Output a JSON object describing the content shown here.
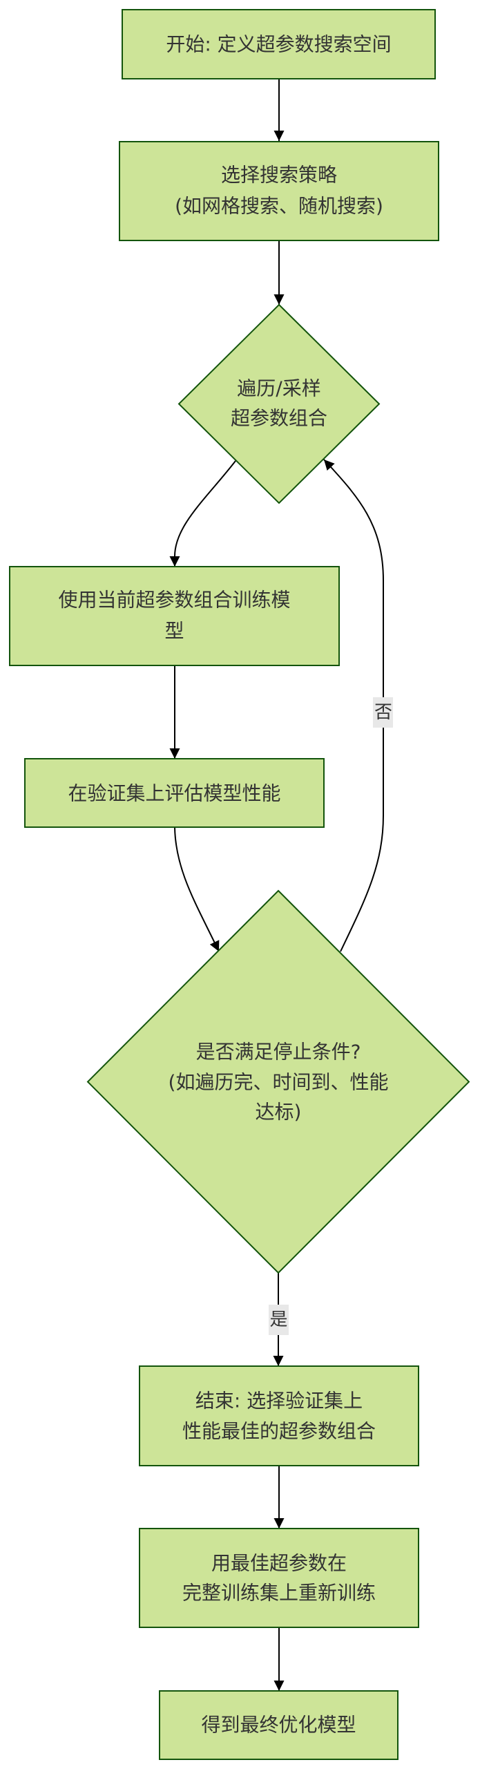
{
  "colors": {
    "background": "#ffffff",
    "node_fill": "#cde498",
    "node_stroke": "#13540c",
    "text": "#333333",
    "edge": "#000000",
    "edge_label_bg": "#e8e8e8"
  },
  "nodes": [
    {
      "lines": [
        "开始: 定义超参数搜索空间"
      ]
    },
    {
      "lines": [
        "选择搜索策略",
        "(如网格搜索、随机搜索)"
      ]
    },
    {
      "lines": [
        "遍历/采样",
        "超参数组合"
      ]
    },
    {
      "lines": [
        "使用当前超参数组合训练模",
        "型"
      ]
    },
    {
      "lines": [
        "在验证集上评估模型性能"
      ]
    },
    {
      "lines": [
        "是否满足停止条件?",
        "(如遍历完、时间到、性能",
        "达标)"
      ]
    },
    {
      "lines": [
        "结束: 选择验证集上",
        "性能最佳的超参数组合"
      ]
    },
    {
      "lines": [
        "用最佳超参数在",
        "完整训练集上重新训练"
      ]
    },
    {
      "lines": [
        "得到最终优化模型"
      ]
    }
  ],
  "edges": [
    {
      "from": 0,
      "to": 1
    },
    {
      "from": 1,
      "to": 2
    },
    {
      "from": 2,
      "to": 3
    },
    {
      "from": 3,
      "to": 4
    },
    {
      "from": 4,
      "to": 5
    },
    {
      "from": 5,
      "to": 2,
      "label": "否"
    },
    {
      "from": 5,
      "to": 6,
      "label": "是"
    },
    {
      "from": 6,
      "to": 7
    },
    {
      "from": 7,
      "to": 8
    }
  ]
}
